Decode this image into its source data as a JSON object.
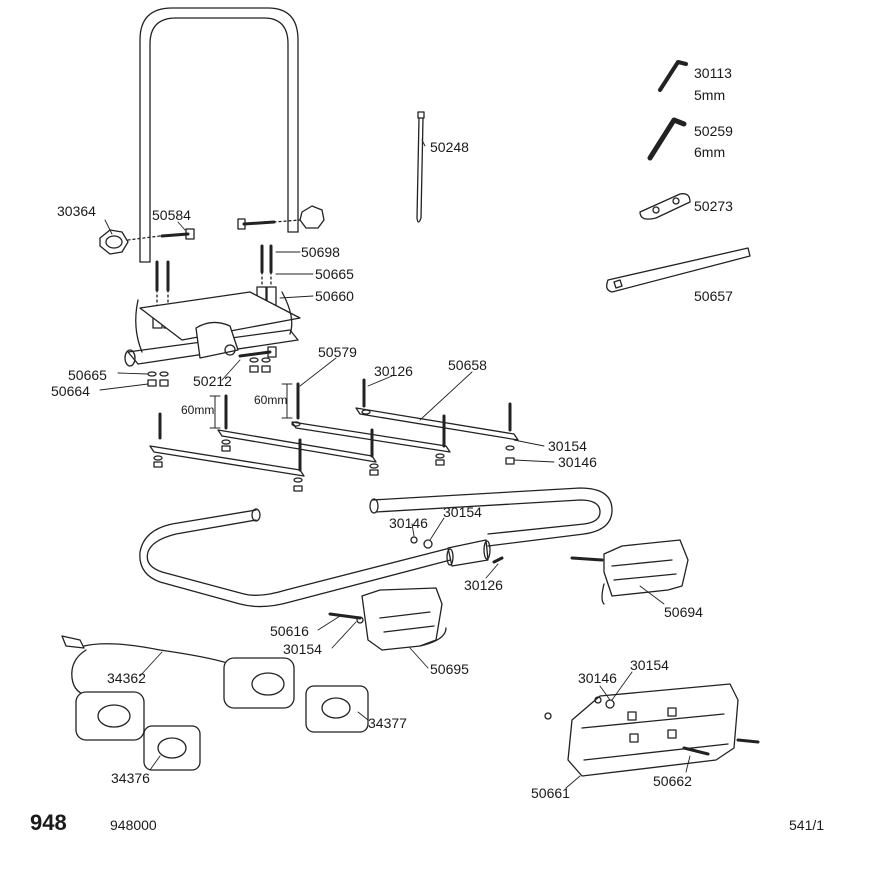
{
  "parts": {
    "p30364": "30364",
    "p50584": "50584",
    "p50698": "50698",
    "p50665a": "50665",
    "p50660": "50660",
    "p50248": "50248",
    "p30113": "30113",
    "p30113_size": "5mm",
    "p50259": "50259",
    "p50259_size": "6mm",
    "p50273": "50273",
    "p50657": "50657",
    "p50665b": "50665",
    "p50664": "50664",
    "p50212": "50212",
    "p50579": "50579",
    "p30126a": "30126",
    "p50658": "50658",
    "dim_60mm_a": "60mm",
    "dim_60mm_b": "60mm",
    "p30154a": "30154",
    "p30146a": "30146",
    "p30146b": "30146",
    "p30154b": "30154",
    "p30126b": "30126",
    "p50694": "50694",
    "p50616": "50616",
    "p30154c": "30154",
    "p50695": "50695",
    "p34362": "34362",
    "p34377": "34377",
    "p34376": "34376",
    "p30146c": "30146",
    "p30154d": "30154",
    "p50661": "50661",
    "p50662": "50662"
  },
  "footer": {
    "model": "948",
    "code": "948000",
    "page": "541/1"
  }
}
